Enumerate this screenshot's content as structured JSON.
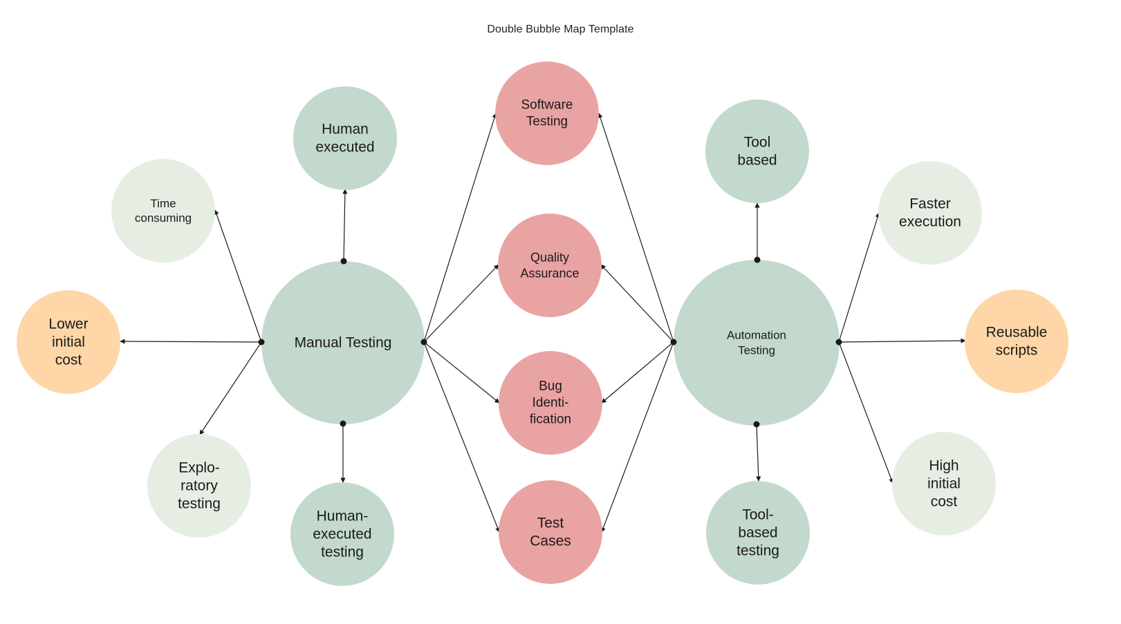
{
  "title": "Double Bubble Map Template",
  "colors": {
    "topic": "#c3d9cd",
    "shared": "#e9a3a3",
    "unique": "#e6eee3",
    "trait": "#c3d9cd",
    "highlight": "#fed6a8",
    "line": "#1a1a1a"
  },
  "topics": {
    "left": {
      "lines": [
        "Manual Testing"
      ]
    },
    "right": {
      "lines": [
        "Automation",
        "Testing"
      ]
    }
  },
  "shared": [
    {
      "lines": [
        "Software",
        "Testing"
      ]
    },
    {
      "lines": [
        "Quality",
        "Assurance"
      ]
    },
    {
      "lines": [
        "Bug",
        "Identi-",
        "fication"
      ]
    },
    {
      "lines": [
        "Test",
        "Cases"
      ]
    }
  ],
  "left_traits": [
    {
      "lines": [
        "Human",
        "executed"
      ]
    },
    {
      "lines": [
        "Time",
        "consuming"
      ]
    },
    {
      "lines": [
        "Lower",
        "initial",
        "cost"
      ]
    },
    {
      "lines": [
        "Explo-",
        "ratory",
        "testing"
      ]
    },
    {
      "lines": [
        "Human-",
        "executed",
        "testing"
      ]
    }
  ],
  "right_traits": [
    {
      "lines": [
        "Tool",
        "based"
      ]
    },
    {
      "lines": [
        "Faster",
        "execution"
      ]
    },
    {
      "lines": [
        "Reusable",
        "scripts"
      ]
    },
    {
      "lines": [
        "High",
        "initial",
        "cost"
      ]
    },
    {
      "lines": [
        "Tool-",
        "based",
        "testing"
      ]
    }
  ]
}
